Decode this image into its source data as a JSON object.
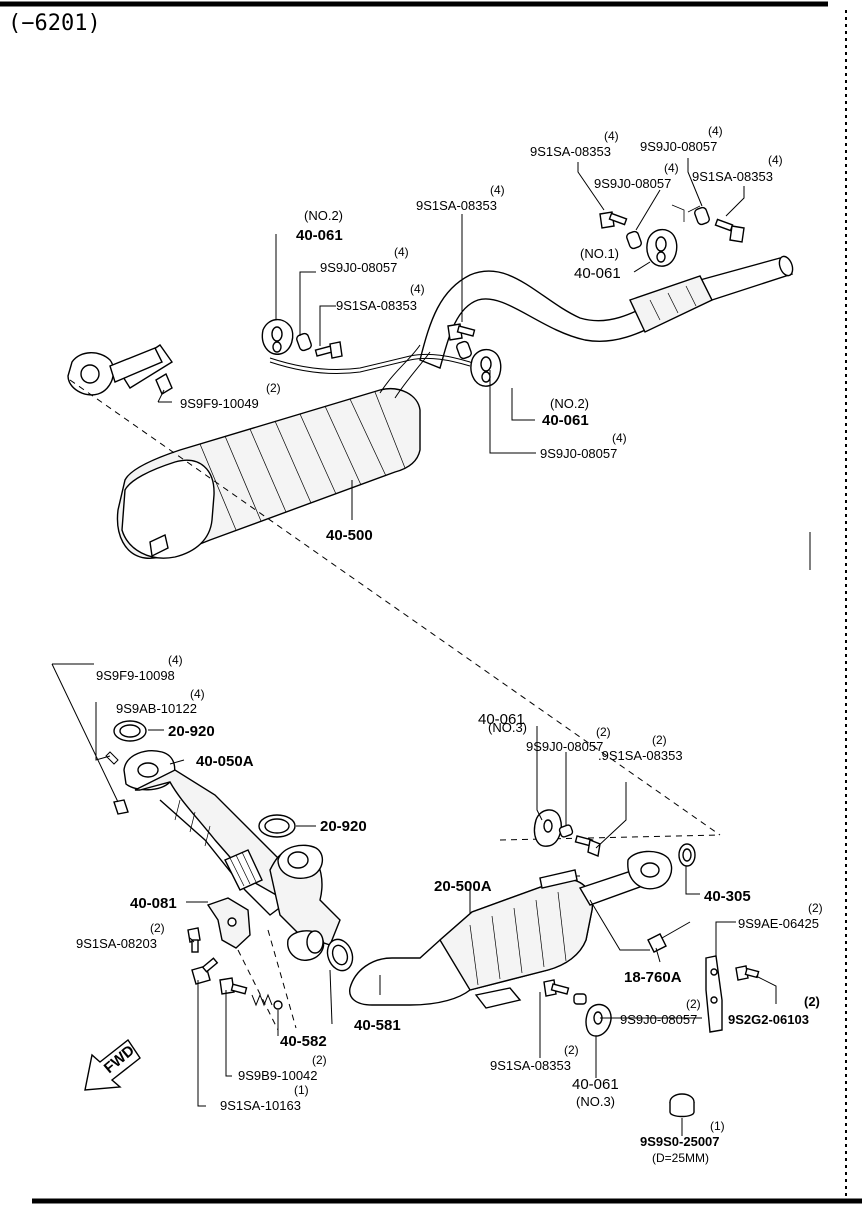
{
  "header": {
    "code": "(−6201)"
  },
  "callouts": {
    "c1": {
      "qty": "(4)",
      "part": "9S1SA-08353"
    },
    "c2": {
      "qty": "(4)",
      "part": "9S9J0-08057"
    },
    "c3": {
      "qty": "(4)",
      "part": "9S9J0-08057"
    },
    "c4": {
      "qty": "(4)",
      "part": "9S1SA-08353"
    },
    "c5": {
      "qty": "(4)",
      "part": "9S1SA-08353"
    },
    "c6": {
      "note": "(NO.2)",
      "part": "40-061"
    },
    "c7": {
      "qty": "(4)",
      "part": "9S9J0-08057"
    },
    "c8": {
      "qty": "(4)",
      "part": "9S1SA-08353"
    },
    "c9": {
      "note": "(NO.1)",
      "part": "40-061"
    },
    "c10": {
      "note": "(NO.2)",
      "part": "40-061"
    },
    "c11": {
      "qty": "(4)",
      "part": "9S9J0-08057"
    },
    "c12": {
      "part": "40-500"
    },
    "c13": {
      "qty": "(2)",
      "part": "9S9F9-10049"
    },
    "c14": {
      "qty": "(4)",
      "part": "9S9F9-10098"
    },
    "c15": {
      "qty": "(4)",
      "part": "9S9AB-10122"
    },
    "c16": {
      "part": "20-920"
    },
    "c17": {
      "part": "40-050A"
    },
    "c18": {
      "part": "20-920"
    },
    "c19": {
      "note": "(NO.3)",
      "part": "40-061"
    },
    "c20": {
      "qty": "(2)",
      "part": "9S9J0-08057"
    },
    "c21": {
      "qty": "(2)",
      "part": ".9S1SA-08353"
    },
    "c22": {
      "part": "40-305"
    },
    "c23": {
      "part": "20-500A"
    },
    "c24": {
      "part": "40-081"
    },
    "c25": {
      "qty": "(2)",
      "part": "9S1SA-08203"
    },
    "c26": {
      "qty": "(2)",
      "part": "9S9AE-06425"
    },
    "c27": {
      "part": "18-760A"
    },
    "c28": {
      "qty": "(2)",
      "part": "9S9J0-08057"
    },
    "c29": {
      "qty": "(2)",
      "part": "9S2G2-06103"
    },
    "c30": {
      "part": "40-581"
    },
    "c31": {
      "part": "40-582"
    },
    "c32": {
      "qty": "(2)",
      "part": "9S9B9-10042"
    },
    "c33": {
      "qty": "(1)",
      "part": "9S1SA-10163"
    },
    "c34": {
      "qty": "(2)",
      "part": "9S1SA-08353"
    },
    "c35": {
      "note": "(NO.3)",
      "part": "40-061"
    },
    "c36": {
      "qty": "(1)",
      "part": "9S9S0-25007",
      "note": "(D=25MM)"
    }
  },
  "fwd": {
    "label": "FWD"
  }
}
